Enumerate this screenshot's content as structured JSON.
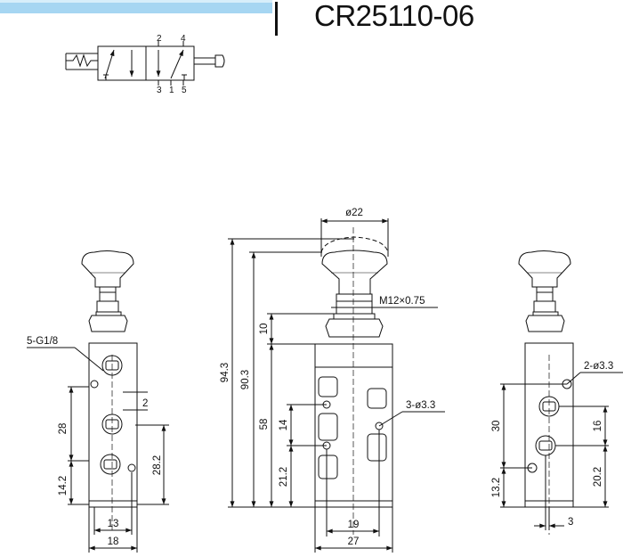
{
  "header": {
    "title": "CR25110-06"
  },
  "symbol": {
    "ports_top": [
      "2",
      "4"
    ],
    "ports_bottom": [
      "3",
      "1",
      "5"
    ]
  },
  "left_view": {
    "port_callout": "5-G1/8",
    "dims": {
      "gap": "2",
      "h28": "28",
      "h14_2": "14.2",
      "h28_2": "28.2",
      "w13": "13",
      "w18": "18"
    }
  },
  "center_view": {
    "dims": {
      "dia22": "ø22",
      "thread": "M12×0.75",
      "h94_3": "94.3",
      "h90_3": "90.3",
      "h10": "10",
      "h58": "58",
      "h14": "14",
      "h21_2": "21.2",
      "holes": "3-ø3.3",
      "w19": "19",
      "w27": "27"
    }
  },
  "right_view": {
    "dims": {
      "holes": "2-ø3.3",
      "h30": "30",
      "h16": "16",
      "h13_2": "13.2",
      "h20_2": "20.2",
      "w3": "3"
    }
  }
}
